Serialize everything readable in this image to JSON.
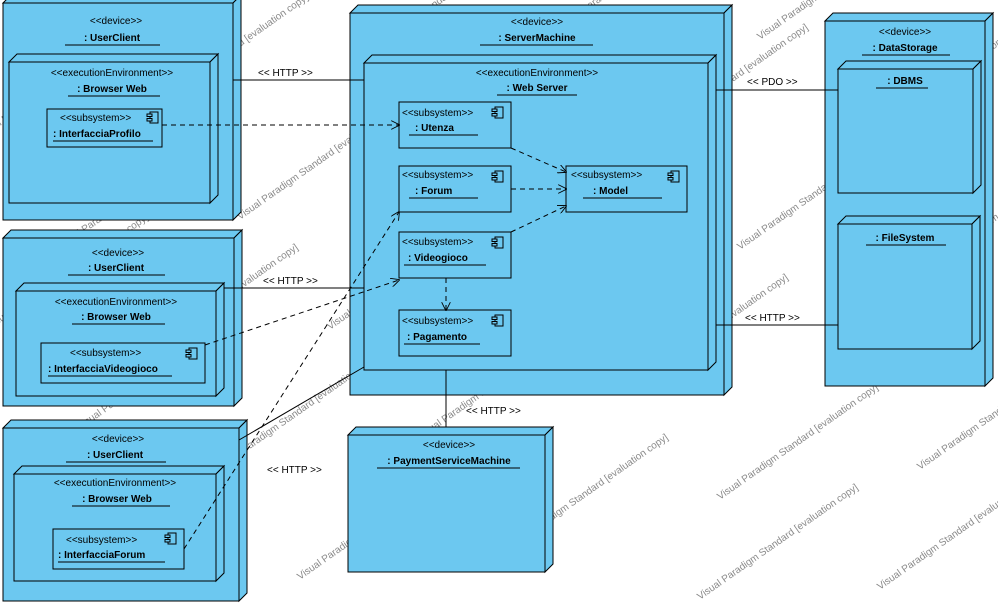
{
  "colors": {
    "fill": "#6cc8f0",
    "line": "#000000",
    "watermark": "#8a8a8a",
    "background": "#ffffff"
  },
  "watermark": "Visual Paradigm Standard [evaluation copy]",
  "nodes": {
    "client_profile": {
      "stereotype": "<<device>>",
      "name": ": UserClient",
      "env": {
        "stereotype": "<<executionEnvironment>>",
        "name": ": Browser Web",
        "subsystem": {
          "stereotype": "<<subsystem>>",
          "name": ": InterfacciaProfilo"
        }
      }
    },
    "client_game": {
      "stereotype": "<<device>>",
      "name": ": UserClient",
      "env": {
        "stereotype": "<<executionEnvironment>>",
        "name": ": Browser Web",
        "subsystem": {
          "stereotype": "<<subsystem>>",
          "name": ": InterfacciaVideogioco"
        }
      }
    },
    "client_forum": {
      "stereotype": "<<device>>",
      "name": ": UserClient",
      "env": {
        "stereotype": "<<executionEnvironment>>",
        "name": ": Browser Web",
        "subsystem": {
          "stereotype": "<<subsystem>>",
          "name": ": InterfacciaForum"
        }
      }
    },
    "server": {
      "stereotype": "<<device>>",
      "name": ": ServerMachine",
      "env": {
        "stereotype": "<<executionEnvironment>>",
        "name": ": Web Server"
      },
      "subsystems": {
        "utenza": {
          "stereotype": "<<subsystem>>",
          "name": ": Utenza"
        },
        "forum": {
          "stereotype": "<<subsystem>>",
          "name": ": Forum"
        },
        "videogioco": {
          "stereotype": "<<subsystem>>",
          "name": ": Videogioco"
        },
        "pagamento": {
          "stereotype": "<<subsystem>>",
          "name": ": Pagamento"
        },
        "model": {
          "stereotype": "<<subsystem>>",
          "name": ": Model"
        }
      }
    },
    "storage": {
      "stereotype": "<<device>>",
      "name": ": DataStorage",
      "dbms": {
        "name": ": DBMS"
      },
      "filesystem": {
        "name": ": FileSystem"
      }
    },
    "payment": {
      "stereotype": "<<device>>",
      "name": ": PaymentServiceMachine"
    }
  },
  "connections": {
    "http_profile": "<< HTTP >>",
    "http_game": "<< HTTP >>",
    "http_forum": "<< HTTP >>",
    "pdo": "<< PDO >>",
    "http_filesystem": "<< HTTP >>",
    "http_payment": "<< HTTP >>"
  }
}
